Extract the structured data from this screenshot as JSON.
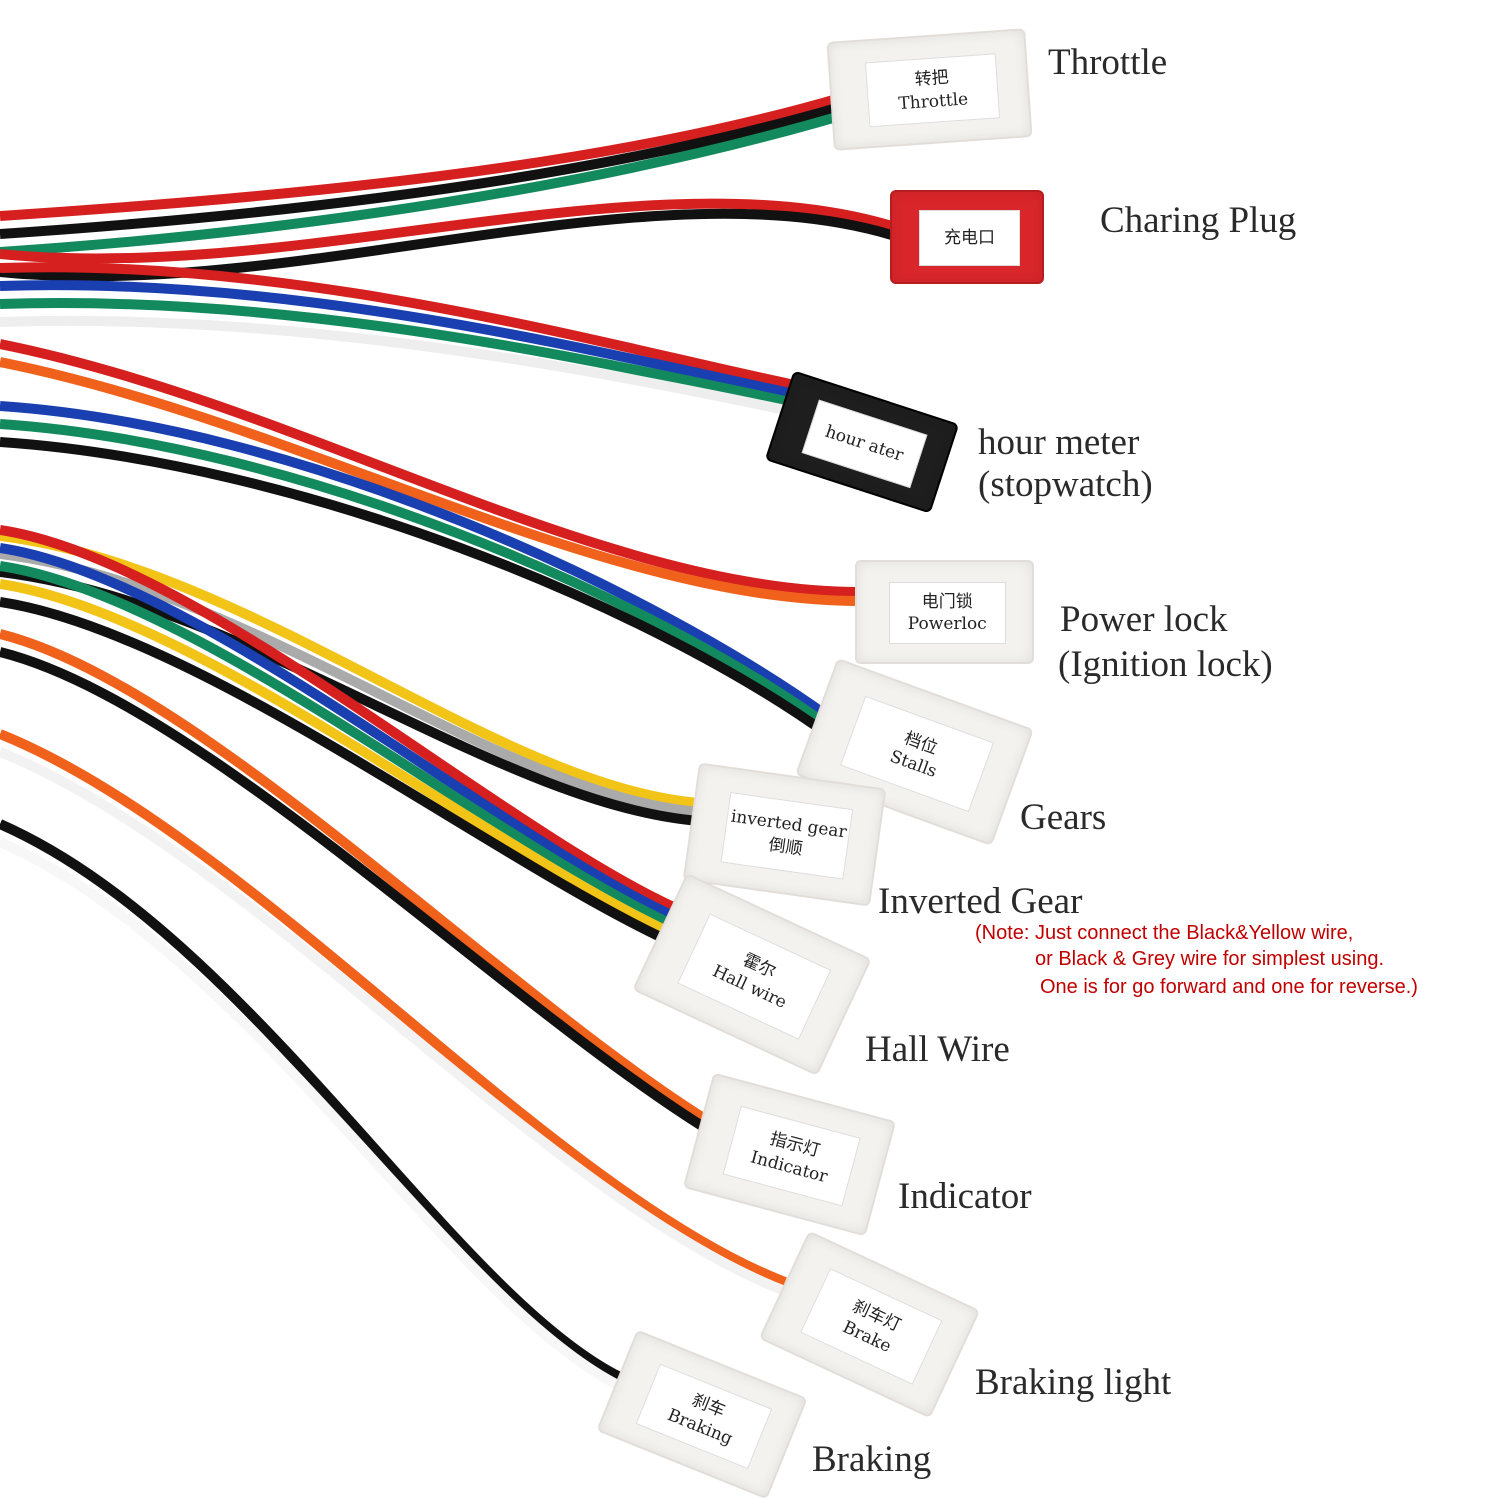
{
  "connectors": [
    {
      "id": "throttle",
      "tag_lines": [
        "转把",
        "Throttle"
      ],
      "label_lines": [
        "Throttle"
      ],
      "wire_colors": [
        "#d62020",
        "#111111",
        "#138a5e"
      ]
    },
    {
      "id": "charging-plug",
      "tag_lines": [
        "充电口"
      ],
      "label_lines": [
        "Charing Plug"
      ],
      "wire_colors": [
        "#d62020",
        "#111111"
      ]
    },
    {
      "id": "hour-meter",
      "tag_lines": [
        "hour ater"
      ],
      "label_lines": [
        "hour meter",
        "(stopwatch)"
      ],
      "wire_colors": [
        "#d62020",
        "#1a3fb0",
        "#138a5e",
        "#eeeeee"
      ]
    },
    {
      "id": "power-lock",
      "tag_lines": [
        "电门锁",
        "Powerloc"
      ],
      "label_lines": [
        "Power lock",
        "(Ignition lock)"
      ],
      "wire_colors": [
        "#d62020",
        "#f0611c"
      ]
    },
    {
      "id": "gears",
      "tag_lines": [
        "档位",
        "Stalls"
      ],
      "label_lines": [
        "Gears"
      ],
      "wire_colors": [
        "#1a3fb0",
        "#138a5e",
        "#111111"
      ]
    },
    {
      "id": "inverted-gear",
      "tag_lines": [
        "inverted gear",
        "倒顺"
      ],
      "label_lines": [
        "Inverted Gear"
      ],
      "wire_colors": [
        "#f2c418",
        "#aaaaaa",
        "#111111"
      ]
    },
    {
      "id": "hall-wire",
      "tag_lines": [
        "霍尔",
        "Hall wire"
      ],
      "label_lines": [
        "Hall Wire"
      ],
      "wire_colors": [
        "#d62020",
        "#1a3fb0",
        "#138a5e",
        "#f2c418",
        "#111111"
      ]
    },
    {
      "id": "indicator",
      "tag_lines": [
        "指示灯",
        "Indicator"
      ],
      "label_lines": [
        "Indicator"
      ],
      "wire_colors": [
        "#f0611c",
        "#111111"
      ]
    },
    {
      "id": "brake-light",
      "tag_lines": [
        "刹车灯",
        "Brake"
      ],
      "label_lines": [
        "Braking light"
      ],
      "wire_colors": [
        "#f0611c",
        "#f2f2f2"
      ]
    },
    {
      "id": "braking",
      "tag_lines": [
        "刹车",
        "Braking"
      ],
      "label_lines": [
        "Braking"
      ],
      "wire_colors": [
        "#111111",
        "#f7f7f7"
      ]
    }
  ],
  "note": {
    "lines": [
      "(Note: Just connect the Black&Yellow wire,",
      "or Black & Grey wire for simplest using.",
      "One is for go forward and one for reverse.)"
    ],
    "color": "#c00000"
  }
}
